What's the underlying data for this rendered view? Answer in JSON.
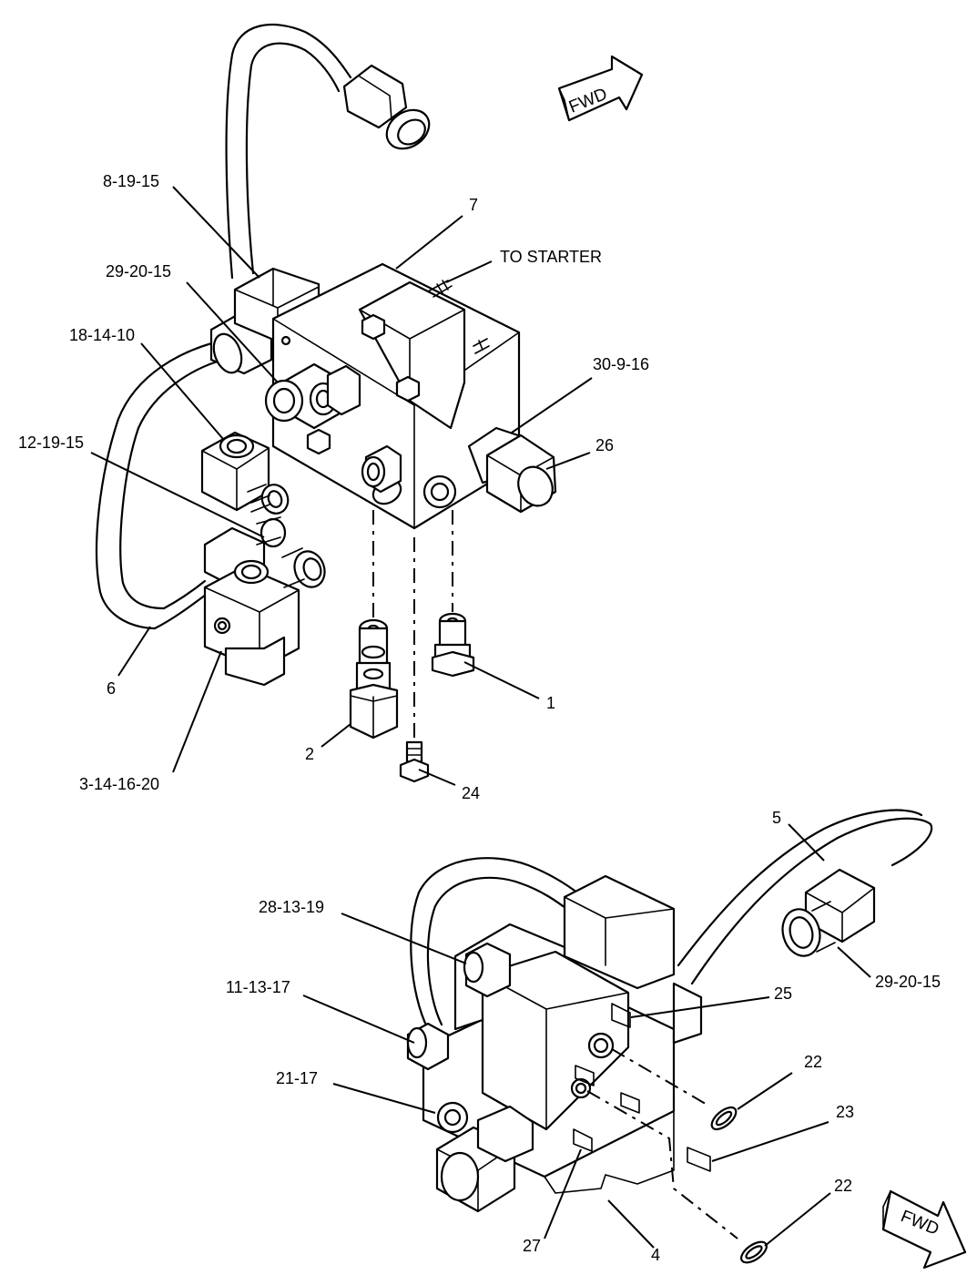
{
  "fwd_indicators": [
    {
      "label": "FWD",
      "icon": "fwd-arrow-icon"
    },
    {
      "label": "FWD",
      "icon": "fwd-arrow-icon"
    }
  ],
  "callouts": {
    "c_8_19_15": "8-19-15",
    "c_7": "7",
    "c_to_starter": "TO STARTER",
    "c_29_20_15_top": "29-20-15",
    "c_18_14_10": "18-14-10",
    "c_30_9_16": "30-9-16",
    "c_12_19_15": "12-19-15",
    "c_26": "26",
    "c_6": "6",
    "c_1": "1",
    "c_2": "2",
    "c_3_14_16_20": "3-14-16-20",
    "c_24": "24",
    "c_5": "5",
    "c_28_13_19": "28-13-19",
    "c_29_20_15_bottom": "29-20-15",
    "c_11_13_17": "11-13-17",
    "c_25": "25",
    "c_22_upper": "22",
    "c_21_17": "21-17",
    "c_23": "23",
    "c_22_lower": "22",
    "c_27": "27",
    "c_4": "4"
  }
}
